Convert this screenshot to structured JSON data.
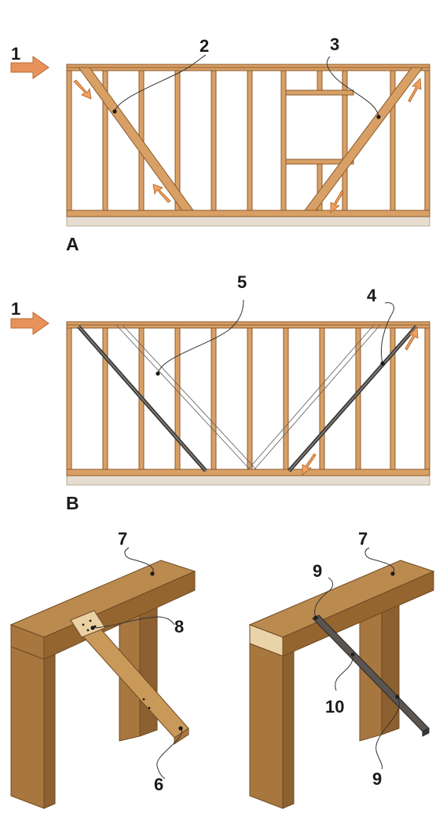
{
  "figure": {
    "section_labels": {
      "a": "A",
      "b": "B"
    },
    "callouts": {
      "load_arrow_top": "1",
      "load_arrow_bottom": "1",
      "c2": "2",
      "c3": "3",
      "c4": "4",
      "c5": "5",
      "c6": "6",
      "c7_left": "7",
      "c7_right": "7",
      "c8": "8",
      "c9_top": "9",
      "c9_bottom": "9",
      "c10": "10"
    },
    "colors": {
      "lumber": "#d9a066",
      "lumber_edge": "#8a5a2b",
      "post_wood": "#a8773f",
      "load_arrow": "#e8915a",
      "metal_strap": "#5a5550",
      "foundation": "#e6ddd0"
    }
  }
}
